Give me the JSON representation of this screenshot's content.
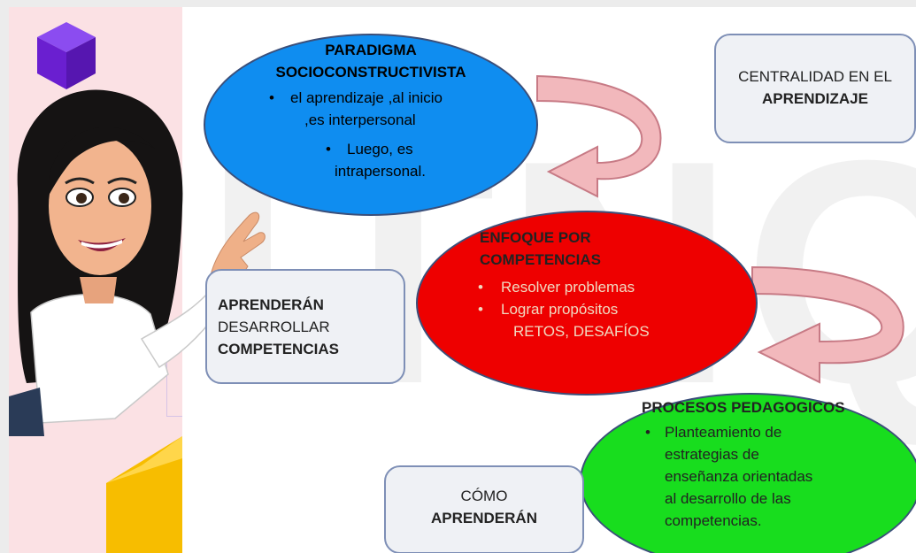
{
  "paradigm": {
    "title_line1": "PARADIGMA",
    "title_line2": "SOCIOCONSTRUCTIVISTA",
    "bullet1_line1": "el aprendizaje ,al inicio",
    "bullet1_line2": ",es interpersonal",
    "bullet2_line1": "Luego, es",
    "bullet2_line2": "intrapersonal."
  },
  "enfoque": {
    "title_line1": "ENFOQUE POR",
    "title_line2": "COMPETENCIAS",
    "bullets": [
      "Resolver problemas",
      "Lograr propósitos"
    ],
    "extra_line": "RETOS, DESAFÍOS"
  },
  "procesos": {
    "title": "PROCESOS PEDAGOGICOS",
    "bullet_lines": [
      "Planteamiento de",
      "estrategias de",
      "enseñanza  orientadas",
      "al desarrollo de las",
      "competencias."
    ]
  },
  "cards": {
    "centralidad": {
      "line1": "CENTRALIDAD EN EL",
      "line2": "APRENDIZAJE"
    },
    "aprenderan": {
      "line1": "APRENDERÁN",
      "line2": "DESARROLLAR",
      "line3": "COMPETENCIAS"
    },
    "como": {
      "line1": "CÓMO",
      "line2": "APRENDERÁN"
    }
  },
  "watermark_text": "ITNQ",
  "colors": {
    "blue_ellipse": "#0f8df0",
    "red_ellipse": "#ee0000",
    "green_ellipse": "#18dd1e",
    "arrow_fill": "#f2b8bc",
    "left_panel": "#fbe1e4",
    "cube_purple": "#6a1fd0",
    "hexagon_yellow": "#f7bd00",
    "card_border": "#7e8fb6"
  },
  "icons": [
    "purple-cube-icon",
    "yellow-hexagon-icon",
    "curved-arrow-icon",
    "character-illustration"
  ]
}
